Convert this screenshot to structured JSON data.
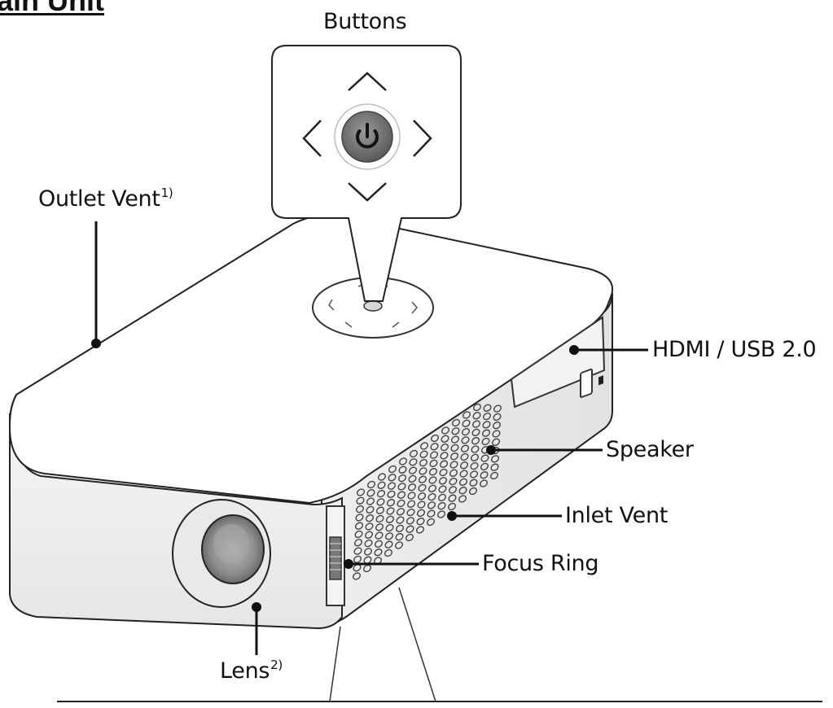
{
  "heading": "ain Unit",
  "labels": {
    "buttons": "Buttons",
    "outlet_vent": "Outlet Vent",
    "outlet_vent_note": "1)",
    "hdmi_usb": "HDMI / USB 2.0",
    "speaker": "Speaker",
    "inlet_vent": "Inlet Vent",
    "focus_ring": "Focus Ring",
    "lens": "Lens",
    "lens_note": "2)"
  },
  "icons": [
    "power-icon",
    "arrow-up-icon",
    "arrow-down-icon",
    "arrow-left-icon",
    "arrow-right-icon"
  ]
}
